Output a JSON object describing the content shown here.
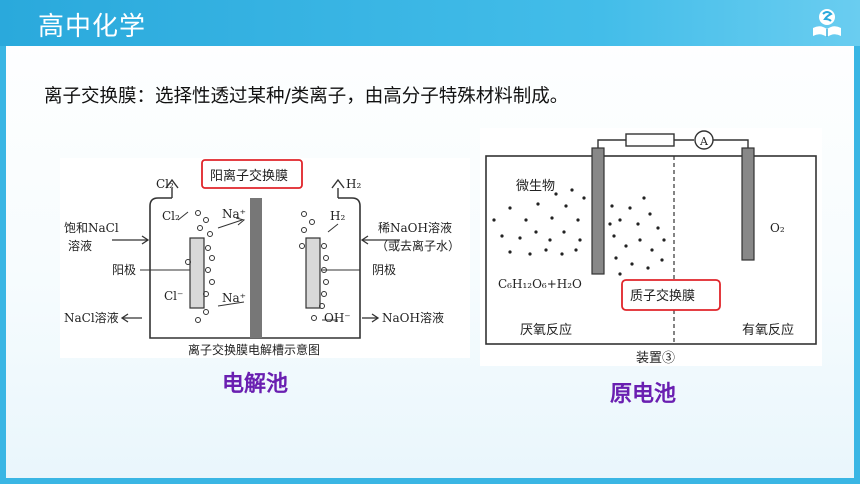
{
  "header": {
    "title": "高中化学"
  },
  "definition": "离子交换膜：选择性透过某种/类离子，由高分子特殊材料制成。",
  "electrolysis": {
    "membrane_label": "阳离子交换膜",
    "cl2_top": "Cl₂",
    "h2_top": "H₂",
    "cl2_inner": "Cl₂",
    "h2_inner": "H₂",
    "na_top": "Na⁺",
    "na_bottom": "Na⁺",
    "cl_minus": "Cl⁻",
    "oh_minus": "OH⁻",
    "left_input_line1": "饱和NaCl",
    "left_input_line2": "溶液",
    "right_input_line1": "稀NaOH溶液",
    "right_input_line2": "（或去离子水）",
    "anode": "阳极",
    "cathode": "阴极",
    "left_output": "NaCl溶液",
    "right_output": "NaOH溶液",
    "diagram_caption": "离子交换膜电解槽示意图",
    "label": "电解池"
  },
  "galvanic": {
    "ammeter": "A",
    "microbe": "微生物",
    "formula": "C₆H₁₂O₆+H₂O",
    "o2": "O₂",
    "membrane_label": "质子交换膜",
    "anaerobic": "厌氧反应",
    "aerobic": "有氧反应",
    "device_caption": "装置③",
    "label": "原电池"
  },
  "colors": {
    "header": "#2aa9dc",
    "caption": "#6a1fb1",
    "highlight": "#e0242a"
  }
}
